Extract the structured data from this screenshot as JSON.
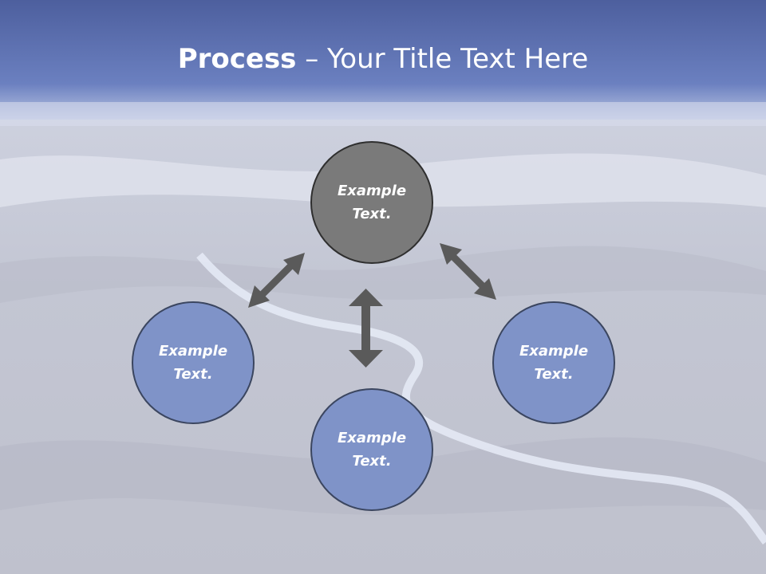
{
  "title": {
    "bold": "Process",
    "rest": " – Your Title Text Here"
  },
  "nodes": [
    {
      "label": "Example\nText.",
      "fill": "#7a7a7a"
    },
    {
      "label": "Example\nText.",
      "fill": "#7f93c8"
    },
    {
      "label": "Example\nText.",
      "fill": "#7f93c8"
    },
    {
      "label": "Example\nText.",
      "fill": "#7f93c8"
    }
  ],
  "colors": {
    "header": "#5468ad",
    "arrow": "#5a5a5a",
    "node_blue": "#7f93c8",
    "node_gray": "#7a7a7a"
  }
}
